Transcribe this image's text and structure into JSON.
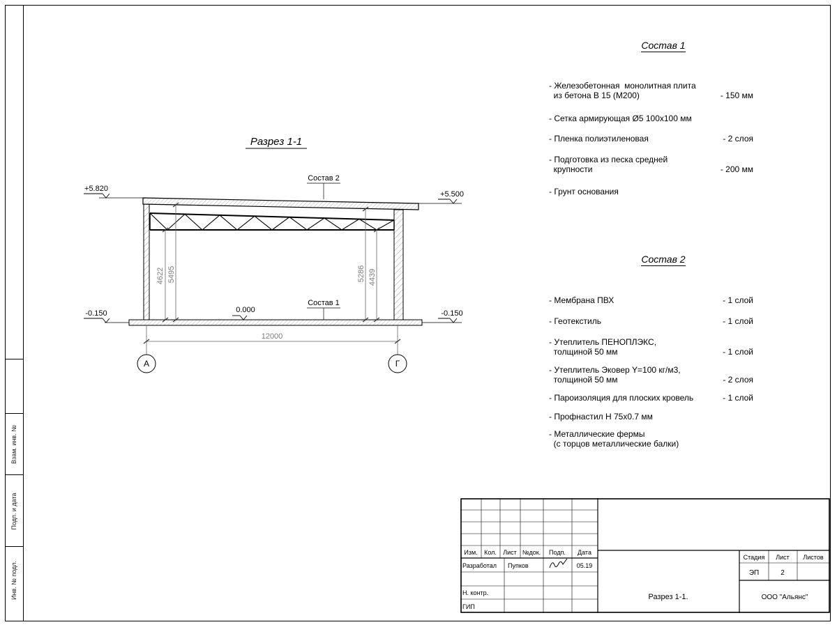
{
  "sheet": {
    "frame_labels": {
      "vzam_inv": "Взам. инв. №",
      "podp_data": "Подп. и дата",
      "inv_podl": "Инв. № подл."
    }
  },
  "drawing": {
    "title": "Разрез 1-1",
    "labels": {
      "sostav1": "Состав 1",
      "sostav2": "Состав 2"
    },
    "elevations": {
      "top_left": "+5.820",
      "top_right": "+5.500",
      "zero": "0.000",
      "bottom_left": "-0.150",
      "bottom_right": "-0.150"
    },
    "dimensions": {
      "left_outer": "4622",
      "left_inner": "5495",
      "right_inner": "5286",
      "right_outer": "4439",
      "span": "12000"
    },
    "axes": {
      "left": "А",
      "right": "Г"
    }
  },
  "sostav1": {
    "title": "Состав 1",
    "items": [
      {
        "text": "- Железобетонная  монолитная плита\n  из бетона В 15 (М200)",
        "value": "- 150 мм"
      },
      {
        "text": "- Сетка армирующая Ø5 100х100 мм",
        "value": ""
      },
      {
        "text": "- Пленка полиэтиленовая",
        "value": "- 2 слоя"
      },
      {
        "text": "- Подготовка из песка средней\n  крупности",
        "value": "- 200 мм"
      },
      {
        "text": "- Грунт основания",
        "value": ""
      }
    ]
  },
  "sostav2": {
    "title": "Состав 2",
    "items": [
      {
        "text": "- Мембрана ПВХ",
        "value": "- 1 слой"
      },
      {
        "text": "- Геотекстиль",
        "value": "- 1 слой"
      },
      {
        "text": "- Утеплитель ПЕНОПЛЭКС,\n  толщиной 50 мм",
        "value": "- 1 слой"
      },
      {
        "text": "- Утеплитель Эковер Y=100 кг/м3,\n  толщиной 50 мм",
        "value": "- 2 слоя"
      },
      {
        "text": "- Пароизоляция для плоских кровель",
        "value": "- 1 слой"
      },
      {
        "text": "- Профнастил Н 75х0.7 мм",
        "value": ""
      },
      {
        "text": "- Металлические фермы\n  (с торцов металлические балки)",
        "value": ""
      }
    ]
  },
  "titleblock": {
    "headers": {
      "izm": "Изм.",
      "kol": "Кол.",
      "list": "Лист",
      "ndok": "№док.",
      "podp": "Подп.",
      "data": "Дата"
    },
    "rows": {
      "razrabotal_label": "Разработал",
      "razrabotal_name": "Пупков",
      "razrabotal_date": "05.19",
      "nkontr_label": "Н. контр.",
      "gip_label": "ГИП"
    },
    "doc_title": "Разрез 1-1.",
    "company": "ООО \"Альянс\"",
    "stage": {
      "stadia_label": "Стадия",
      "list_label": "Лист",
      "listov_label": "Листов",
      "stadia_value": "ЭП",
      "list_value": "2",
      "listov_value": ""
    }
  },
  "colors": {
    "line": "#000000",
    "dim": "#7d7d7d",
    "hatch": "#9a9a9a"
  }
}
